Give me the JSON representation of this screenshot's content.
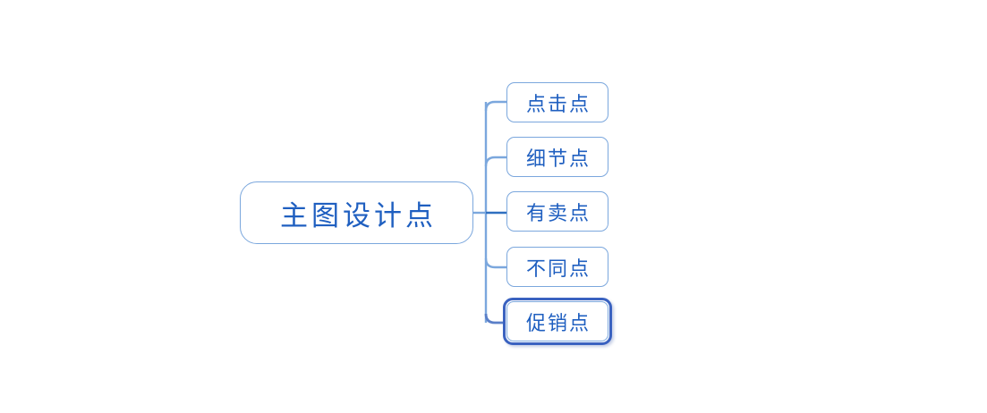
{
  "diagram": {
    "type": "mind-map",
    "background_color": "#ffffff",
    "root": {
      "label": "主图设计点"
    },
    "children": [
      {
        "label": "点击点",
        "selected": false
      },
      {
        "label": "细节点",
        "selected": false
      },
      {
        "label": "有卖点",
        "selected": false
      },
      {
        "label": "不同点",
        "selected": false
      },
      {
        "label": "促销点",
        "selected": true
      }
    ],
    "colors": {
      "node_border": "#7ba7dd",
      "node_text": "#1f5fc0",
      "node_fill": "#ffffff",
      "connector_light": "#7ba7dd",
      "connector_dark": "#2f6fc0",
      "selection_ring": "#3a62c0"
    }
  }
}
